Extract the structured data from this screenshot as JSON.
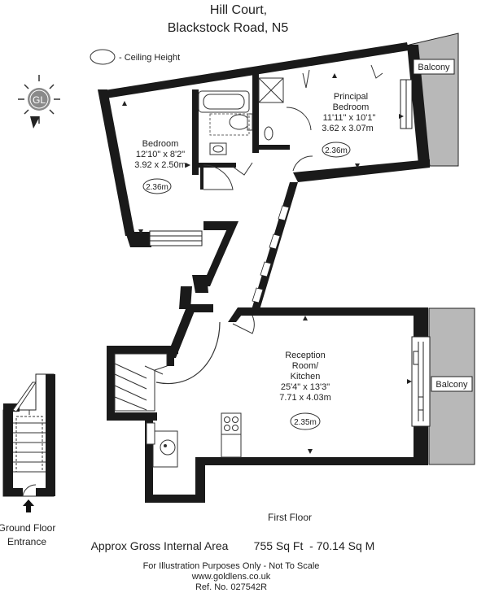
{
  "header": {
    "line1": "Hill Court,",
    "line2": "Blackstock Road, N5"
  },
  "legend": {
    "label": "- Ceiling Height"
  },
  "compass": {
    "label": "GL"
  },
  "rooms": {
    "bedroom": {
      "name": "Bedroom",
      "imperial": "12'10\" x 8'2\"",
      "metric": "3.92 x 2.50m",
      "ceiling": "2.36m"
    },
    "principal": {
      "name_line1": "Principal",
      "name_line2": "Bedroom",
      "imperial": "11'11\" x 10'1\"",
      "metric": "3.62 x 3.07m",
      "ceiling": "2.36m"
    },
    "reception": {
      "name_line1": "Reception",
      "name_line2": "Room/",
      "name_line3": "Kitchen",
      "imperial": "25'4\" x 13'3\"",
      "metric": "7.71 x 4.03m",
      "ceiling": "2.35m"
    }
  },
  "balconies": {
    "top": "Balcony",
    "right": "Balcony"
  },
  "ground": {
    "line1": "Ground Floor",
    "line2": "Entrance"
  },
  "footer": {
    "floor": "First Floor",
    "area_label": "Approx Gross Internal Area",
    "area_value": "755 Sq Ft  - 70.14 Sq M",
    "note": "For Illustration Purposes Only - Not To Scale",
    "url": "www.goldlens.co.uk",
    "ref": "Ref. No. 027542R"
  }
}
